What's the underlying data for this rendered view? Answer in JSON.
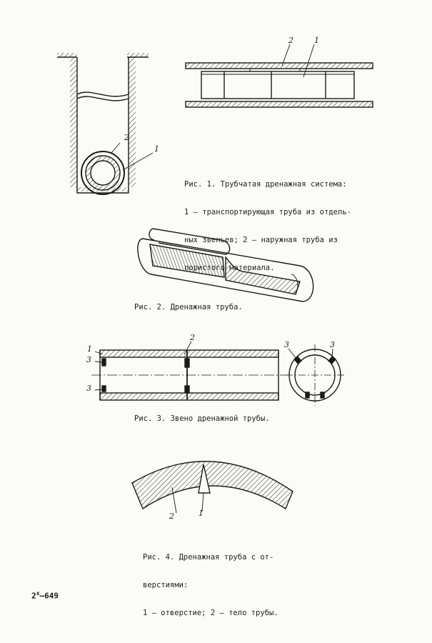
{
  "figures": {
    "fig1": {
      "caption_lines": [
        "Рис. 1. Трубчатая дренажная система:",
        "1 – транспортирующая труба из отдель-",
        "ных звеньев; 2 – наружная труба из",
        "пористого материала."
      ],
      "labels": {
        "one": "1",
        "two": "2"
      }
    },
    "fig2": {
      "caption": "Рис. 2. Дренажная труба."
    },
    "fig3": {
      "caption": "Рис. 3. Звено дренажной трубы.",
      "labels": {
        "one": "1",
        "two": "2",
        "three": "3"
      }
    },
    "fig4": {
      "caption_lines": [
        "Рис. 4. Дренажная труба с от-",
        "верстиями:",
        "1 – отверстие; 2 – тело трубы."
      ],
      "labels": {
        "one": "1",
        "two": "2"
      }
    }
  },
  "page_number": {
    "base": "2",
    "sup": "x",
    "rest": "–649"
  }
}
